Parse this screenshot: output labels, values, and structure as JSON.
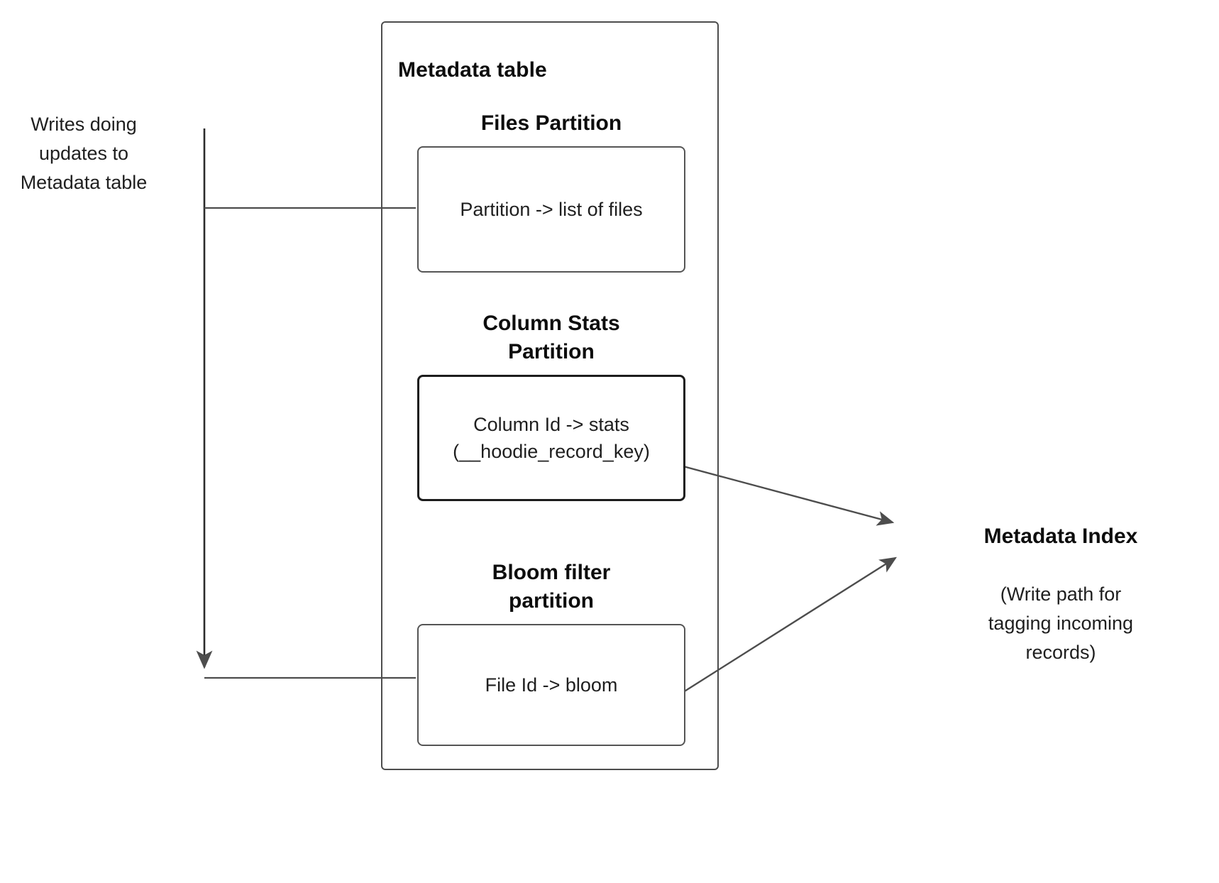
{
  "diagram": {
    "left_note": "Writes doing\nupdates to\nMetadata table",
    "metadata_table": {
      "title": "Metadata table",
      "partitions": [
        {
          "title": "Files Partition",
          "box_text": "Partition -> list of files"
        },
        {
          "title": "Column Stats\nPartition",
          "box_text": "Column Id  -> stats\n(__hoodie_record_key)"
        },
        {
          "title": "Bloom filter\npartition",
          "box_text": "File Id -> bloom"
        }
      ]
    },
    "metadata_index": {
      "title": "Metadata Index",
      "caption": "(Write path for\ntagging incoming\nrecords)"
    },
    "colors": {
      "stroke": "#4d4d4d",
      "stroke_dark": "#1c1c1c",
      "text": "#1f1f1f",
      "background": "#ffffff"
    }
  }
}
